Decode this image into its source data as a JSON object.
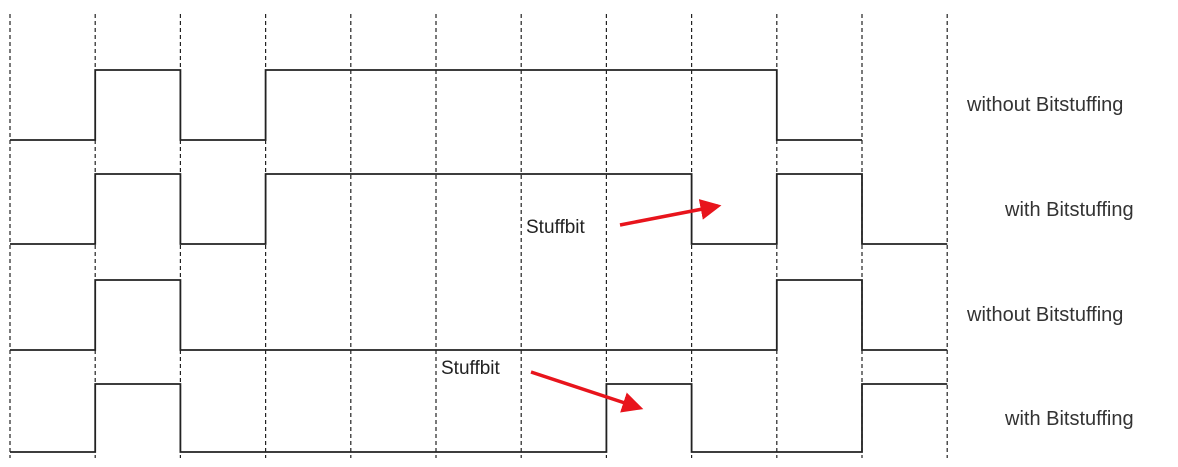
{
  "diagram": {
    "grid_columns": 11,
    "rows": [
      {
        "label": "without Bitstuffing",
        "bits": [
          0,
          1,
          0,
          1,
          1,
          1,
          1,
          1,
          1,
          0,
          null
        ]
      },
      {
        "label": "with Bitstuffing",
        "bits": [
          0,
          1,
          0,
          1,
          1,
          1,
          1,
          1,
          0,
          1,
          0
        ]
      },
      {
        "label": "without Bitstuffing",
        "bits": [
          0,
          1,
          0,
          0,
          0,
          0,
          0,
          0,
          0,
          1,
          0
        ]
      },
      {
        "label": "with Bitstuffing",
        "bits": [
          0,
          1,
          0,
          0,
          0,
          0,
          0,
          1,
          0,
          0,
          1
        ]
      }
    ],
    "annotations": [
      {
        "label": "Stuffbit",
        "row": 1,
        "bit_index": 8
      },
      {
        "label": "Stuffbit",
        "row": 3,
        "bit_index": 7
      }
    ],
    "colors": {
      "signal": "#222222",
      "grid": "#222222",
      "arrow": "#e8141c",
      "label": "#333333"
    }
  }
}
